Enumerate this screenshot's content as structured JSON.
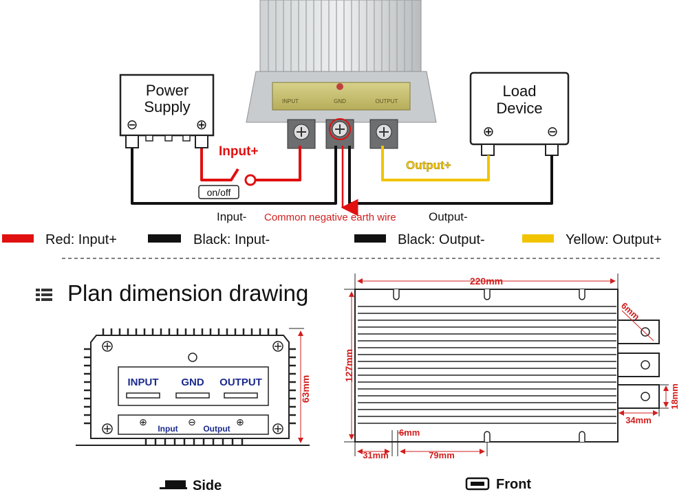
{
  "wiring": {
    "power_supply": {
      "line1": "Power",
      "line2": "Supply",
      "minus": "⊖",
      "plus": "⊕"
    },
    "load_device": {
      "line1": "Load",
      "line2": "Device",
      "plus": "⊕",
      "minus": "⊖"
    },
    "converter_labels": {
      "input": "INPUT",
      "gnd": "GND",
      "output": "OUTPUT"
    },
    "switch_label": "on/off",
    "input_plus_label": "Input+",
    "output_plus_label": "Output+",
    "input_minus_label": "Input-",
    "common_label": "Common negative earth wire",
    "output_minus_label": "Output-"
  },
  "legend": [
    {
      "text": "Red: Input+",
      "color": "#e01010"
    },
    {
      "text": "Black: Input-",
      "color": "#111111"
    },
    {
      "text": "Black: Output-",
      "color": "#111111"
    },
    {
      "text": "Yellow: Output+",
      "color": "#f2c400"
    }
  ],
  "plan": {
    "title": "Plan dimension drawing",
    "side": {
      "input": "INPUT",
      "gnd": "GND",
      "output": "OUTPUT",
      "terminal_input": "Input",
      "terminal_output": "Output",
      "height_dim": "63mm",
      "caption": "Side"
    },
    "front": {
      "width_dim": "220mm",
      "height_dim": "127mm",
      "hole_dim": "6mm",
      "terminal_width_dim": "18mm",
      "terminal_depth_dim": "34mm",
      "slot_dim": "6mm",
      "left_dim": "31mm",
      "spacing_dim": "79mm",
      "caption": "Front"
    }
  },
  "colors": {
    "red": "#e01010",
    "black": "#111111",
    "yellow": "#f2c400",
    "dim_red": "#d21e1e",
    "navy": "#1a2a8c"
  }
}
